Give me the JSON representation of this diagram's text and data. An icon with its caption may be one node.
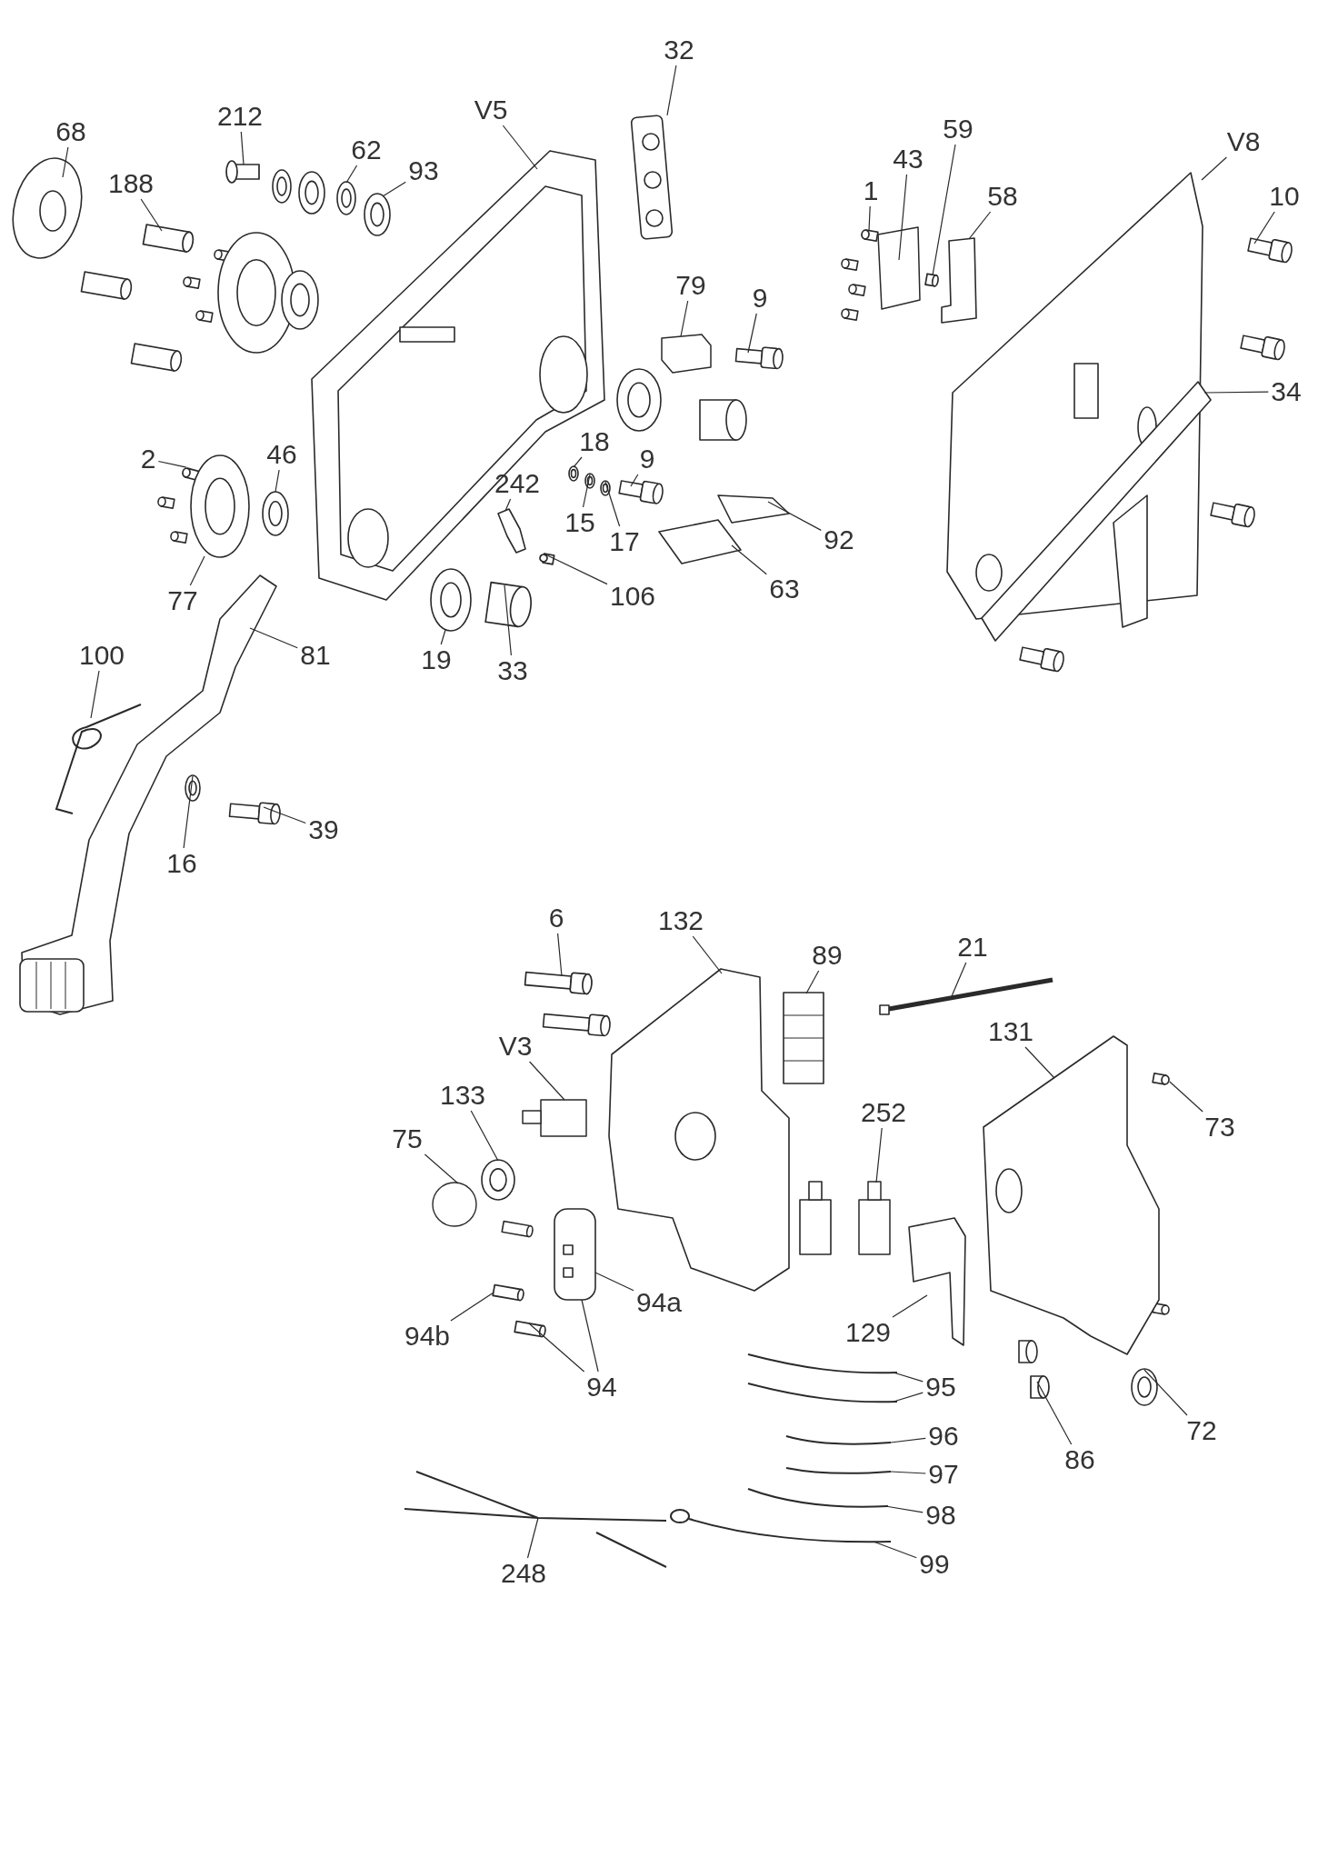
{
  "diagram": {
    "nodes": [
      {
        "text": [
          "68"
        ]
      },
      {
        "text": [
          "212"
        ]
      },
      {
        "text": [
          "V5"
        ]
      },
      {
        "text": [
          "32"
        ]
      },
      {
        "text": [
          "188"
        ]
      },
      {
        "text": [
          "62"
        ]
      },
      {
        "text": [
          "93"
        ]
      },
      {
        "text": [
          "43"
        ]
      },
      {
        "text": [
          "59"
        ]
      },
      {
        "text": [
          "V8"
        ]
      },
      {
        "text": [
          "1"
        ]
      },
      {
        "text": [
          "58"
        ]
      },
      {
        "text": [
          "10"
        ]
      },
      {
        "text": [
          "79"
        ]
      },
      {
        "text": [
          "9"
        ]
      },
      {
        "text": [
          "18"
        ]
      },
      {
        "text": [
          "9"
        ]
      },
      {
        "text": [
          "2"
        ]
      },
      {
        "text": [
          "46"
        ]
      },
      {
        "text": [
          "242"
        ]
      },
      {
        "text": [
          "15"
        ]
      },
      {
        "text": [
          "17"
        ]
      },
      {
        "text": [
          "34"
        ]
      },
      {
        "text": [
          "92"
        ]
      },
      {
        "text": [
          "106"
        ]
      },
      {
        "text": [
          "63"
        ]
      },
      {
        "text": [
          "77"
        ]
      },
      {
        "text": [
          "19"
        ]
      },
      {
        "text": [
          "33"
        ]
      },
      {
        "text": [
          "81"
        ]
      },
      {
        "text": [
          "100"
        ]
      },
      {
        "text": [
          "39"
        ]
      },
      {
        "text": [
          "16"
        ]
      },
      {
        "text": [
          "6"
        ]
      },
      {
        "text": [
          "132"
        ]
      },
      {
        "text": [
          "89"
        ]
      },
      {
        "text": [
          "21"
        ]
      },
      {
        "text": [
          "131"
        ]
      },
      {
        "text": [
          "V3"
        ]
      },
      {
        "text": [
          "73"
        ]
      },
      {
        "text": [
          "133"
        ]
      },
      {
        "text": [
          "75"
        ]
      },
      {
        "text": [
          "252"
        ]
      },
      {
        "text": [
          "94a"
        ]
      },
      {
        "text": [
          "129"
        ]
      },
      {
        "text": [
          "94b"
        ]
      },
      {
        "text": [
          "94"
        ]
      },
      {
        "text": [
          "95"
        ]
      },
      {
        "text": [
          "96"
        ]
      },
      {
        "text": [
          "97"
        ]
      },
      {
        "text": [
          "86"
        ]
      },
      {
        "text": [
          "72"
        ]
      },
      {
        "text": [
          "98"
        ]
      },
      {
        "text": [
          "248"
        ]
      },
      {
        "text": [
          "99"
        ]
      },
      {
        "text": [],
        "shape": "picture"
      },
      {
        "text": [],
        "shape": "cylinder"
      },
      {
        "text": [],
        "shape": "picture"
      },
      {
        "text": [],
        "shape": "picture"
      },
      {
        "text": [],
        "shape": "cylinder"
      },
      {
        "text": [],
        "shape": "picture"
      },
      {
        "text": [],
        "shape": "picture"
      },
      {
        "text": [],
        "shape": "box"
      },
      {
        "text": [],
        "shape": "cylinder"
      },
      {
        "text": [],
        "shape": "picture"
      },
      {
        "text": [],
        "shape": "cylinder"
      },
      {
        "text": [],
        "shape": "picture"
      },
      {
        "text": [],
        "shape": "picture"
      },
      {
        "text": [],
        "shape": "box"
      },
      {
        "text": [],
        "shape": "picture"
      },
      {
        "text": [],
        "shape": "picture"
      },
      {
        "text": [],
        "shape": "picture"
      },
      {
        "text": [],
        "shape": "cylinder"
      },
      {
        "text": [],
        "shape": "picture"
      },
      {
        "text": [],
        "shape": "picture"
      },
      {
        "text": [],
        "shape": "picture"
      },
      {
        "text": [],
        "shape": "picture"
      },
      {
        "text": [],
        "shape": "picture"
      },
      {
        "text": [],
        "shape": "picture"
      },
      {
        "text": [],
        "shape": "cylinder"
      },
      {
        "text": [],
        "shape": "picture"
      },
      {
        "text": [],
        "shape": "picture"
      },
      {
        "text": [],
        "shape": "picture"
      },
      {
        "text": [],
        "shape": "cylinder"
      },
      {
        "text": [],
        "shape": "picture"
      },
      {
        "text": [],
        "shape": "picture"
      },
      {
        "text": [],
        "shape": "picture"
      },
      {
        "text": [],
        "shape": "picture"
      },
      {
        "text": [],
        "shape": "cylinder"
      },
      {
        "text": [],
        "shape": "picture"
      },
      {
        "text": [],
        "shape": "picture"
      },
      {
        "text": [],
        "shape": "picture"
      },
      {
        "text": [],
        "shape": "picture"
      },
      {
        "text": [],
        "shape": "box"
      },
      {
        "text": [],
        "shape": "cylinder"
      },
      {
        "text": [],
        "shape": "picture"
      },
      {
        "text": [],
        "shape": "circle"
      },
      {
        "text": [],
        "shape": "box"
      },
      {
        "text": [],
        "shape": "picture"
      },
      {
        "text": [],
        "shape": "picture"
      },
      {
        "text": [],
        "shape": "cylinder"
      },
      {
        "text": [],
        "shape": "cylinder"
      },
      {
        "text": [],
        "shape": "picture"
      },
      {
        "text": [],
        "shape": "picture"
      },
      {
        "text": [],
        "shape": "picture"
      },
      {
        "text": [],
        "shape": "picture"
      },
      {
        "text": [],
        "shape": "cylinder"
      },
      {
        "text": [],
        "shape": "picture"
      },
      {
        "text": [],
        "shape": "picture"
      },
      {
        "text": [],
        "shape": "picture"
      },
      {
        "text": [],
        "shape": "picture"
      }
    ],
    "edges": [
      {
        "from": 0,
        "to": 55,
        "arrow": "none"
      },
      {
        "from": 1,
        "to": 56,
        "arrow": "none"
      },
      {
        "from": 2,
        "to": 57,
        "arrow": "none"
      },
      {
        "from": 3,
        "to": 58,
        "arrow": "none"
      },
      {
        "from": 4,
        "to": 59,
        "arrow": "none"
      },
      {
        "from": 5,
        "to": 60,
        "arrow": "none"
      },
      {
        "from": 6,
        "to": 61,
        "arrow": "none"
      },
      {
        "from": 7,
        "to": 62,
        "arrow": "none"
      },
      {
        "from": 8,
        "to": 63,
        "arrow": "none"
      },
      {
        "from": 9,
        "to": 64,
        "arrow": "none"
      },
      {
        "from": 10,
        "to": 65,
        "arrow": "none"
      },
      {
        "from": 11,
        "to": 66,
        "arrow": "none"
      },
      {
        "from": 12,
        "to": 67,
        "arrow": "none"
      },
      {
        "from": 13,
        "to": 68,
        "arrow": "none"
      },
      {
        "from": 14,
        "to": 69,
        "arrow": "none"
      },
      {
        "from": 15,
        "to": 70,
        "arrow": "none"
      },
      {
        "from": 16,
        "to": 71,
        "arrow": "none"
      },
      {
        "from": 17,
        "to": 72,
        "arrow": "none"
      },
      {
        "from": 18,
        "to": 73,
        "arrow": "none"
      },
      {
        "from": 19,
        "to": 74,
        "arrow": "none"
      },
      {
        "from": 20,
        "to": 75,
        "arrow": "none"
      },
      {
        "from": 21,
        "to": 76,
        "arrow": "none"
      },
      {
        "from": 22,
        "to": 77,
        "arrow": "none"
      },
      {
        "from": 23,
        "to": 78,
        "arrow": "none"
      },
      {
        "from": 24,
        "to": 79,
        "arrow": "none"
      },
      {
        "from": 25,
        "to": 80,
        "arrow": "none"
      },
      {
        "from": 26,
        "to": 81,
        "arrow": "none"
      },
      {
        "from": 27,
        "to": 82,
        "arrow": "none"
      },
      {
        "from": 28,
        "to": 83,
        "arrow": "none"
      },
      {
        "from": 29,
        "to": 84,
        "arrow": "none"
      },
      {
        "from": 30,
        "to": 85,
        "arrow": "none"
      },
      {
        "from": 31,
        "to": 86,
        "arrow": "none"
      },
      {
        "from": 32,
        "to": 87,
        "arrow": "none"
      },
      {
        "from": 33,
        "to": 88,
        "arrow": "none"
      },
      {
        "from": 34,
        "to": 89,
        "arrow": "none"
      },
      {
        "from": 35,
        "to": 90,
        "arrow": "none"
      },
      {
        "from": 36,
        "to": 91,
        "arrow": "none"
      },
      {
        "from": 37,
        "to": 92,
        "arrow": "none"
      },
      {
        "from": 38,
        "to": 93,
        "arrow": "none"
      },
      {
        "from": 39,
        "to": 94,
        "arrow": "none"
      },
      {
        "from": 40,
        "to": 95,
        "arrow": "none"
      },
      {
        "from": 41,
        "to": 96,
        "arrow": "none"
      },
      {
        "from": 42,
        "to": 97,
        "arrow": "none"
      },
      {
        "from": 43,
        "to": 98,
        "arrow": "none"
      },
      {
        "from": 44,
        "to": 99,
        "arrow": "none"
      },
      {
        "from": 45,
        "to": 100,
        "arrow": "none"
      },
      {
        "from": 46,
        "to": 101,
        "arrow": "none"
      },
      {
        "from": 46,
        "to": 98,
        "arrow": "none"
      },
      {
        "from": 47,
        "to": 102,
        "arrow": "none"
      },
      {
        "from": 47,
        "to": 103,
        "arrow": "none"
      },
      {
        "from": 48,
        "to": 104,
        "arrow": "none"
      },
      {
        "from": 49,
        "to": 105,
        "arrow": "none"
      },
      {
        "from": 50,
        "to": 106,
        "arrow": "none"
      },
      {
        "from": 51,
        "to": 107,
        "arrow": "none"
      },
      {
        "from": 52,
        "to": 108,
        "arrow": "none"
      },
      {
        "from": 53,
        "to": 109,
        "arrow": "none"
      },
      {
        "from": 54,
        "to": 110,
        "arrow": "none"
      }
    ]
  }
}
